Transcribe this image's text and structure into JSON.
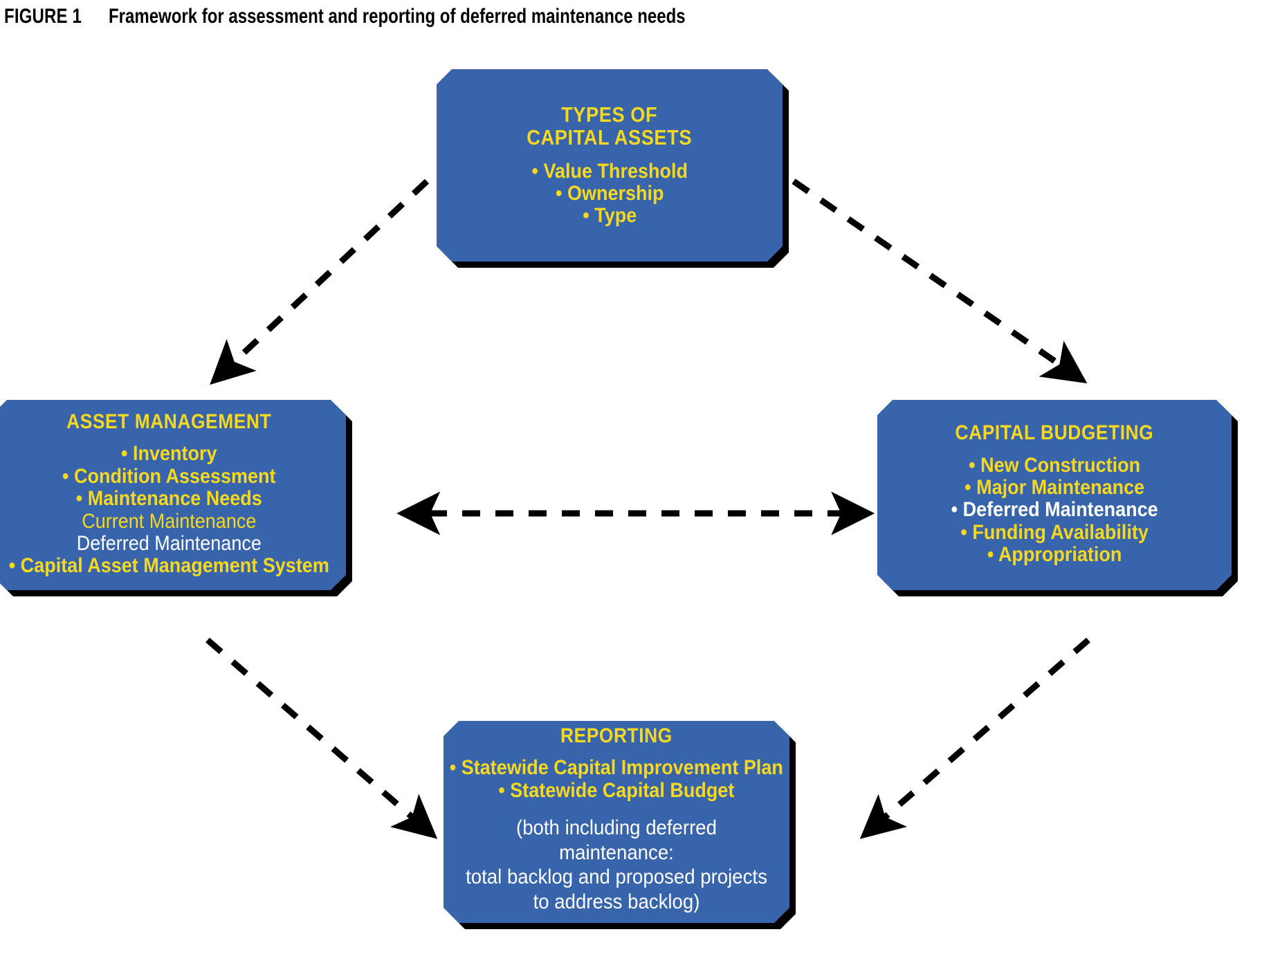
{
  "figure": {
    "label": "FIGURE 1",
    "title": "Framework for assessment and reporting of deferred maintenance needs"
  },
  "colors": {
    "box_fill": "#3764AB",
    "box_shadow": "#000000",
    "accent_yellow": "#F6D820",
    "highlight_white": "#FFFFFF",
    "page_background": "#FFFFFF",
    "arrow": "#000000"
  },
  "nodes": {
    "types": {
      "title_line1": "TYPES OF",
      "title_line2": "CAPITAL ASSETS",
      "bullets": [
        {
          "text": "• Value Threshold",
          "style": "bold-yellow"
        },
        {
          "text": "• Ownership",
          "style": "bold-yellow"
        },
        {
          "text": "• Type",
          "style": "bold-yellow"
        }
      ]
    },
    "asset_management": {
      "title": "ASSET MANAGEMENT",
      "bullets": [
        {
          "text": "• Inventory",
          "style": "bold-yellow"
        },
        {
          "text": "• Condition Assessment",
          "style": "bold-yellow"
        },
        {
          "text": "• Maintenance Needs",
          "style": "bold-yellow"
        },
        {
          "text": "Current Maintenance",
          "style": "regular-yellow"
        },
        {
          "text": "Deferred Maintenance",
          "style": "regular-white"
        },
        {
          "text": "• Capital Asset Management System",
          "style": "bold-yellow"
        }
      ]
    },
    "capital_budgeting": {
      "title": "CAPITAL BUDGETING",
      "bullets": [
        {
          "text": "• New Construction",
          "style": "bold-yellow"
        },
        {
          "text": "• Major Maintenance",
          "style": "bold-yellow"
        },
        {
          "text": "• Deferred Maintenance",
          "style": "bold-white-yellow-bullet"
        },
        {
          "text": "• Funding Availability",
          "style": "bold-yellow"
        },
        {
          "text": "• Appropriation",
          "style": "bold-yellow"
        }
      ]
    },
    "reporting": {
      "title": "REPORTING",
      "bullets": [
        {
          "text": "• Statewide Capital Improvement Plan",
          "style": "bold-yellow"
        },
        {
          "text": "• Statewide Capital Budget",
          "style": "bold-yellow"
        }
      ],
      "note_line1": "(both including deferred maintenance:",
      "note_line2": "total backlog and proposed projects",
      "note_line3": "to address backlog)"
    }
  },
  "arrows": [
    {
      "name": "types-to-asset-management",
      "from": "types",
      "to": "asset_management",
      "style": "dashed",
      "heads": "end"
    },
    {
      "name": "types-to-capital-budgeting",
      "from": "types",
      "to": "capital_budgeting",
      "style": "dashed",
      "heads": "end"
    },
    {
      "name": "asset-management-to-capital-budgeting",
      "from": "asset_management",
      "to": "capital_budgeting",
      "style": "dashed",
      "heads": "both"
    },
    {
      "name": "asset-management-to-reporting",
      "from": "asset_management",
      "to": "reporting",
      "style": "dashed",
      "heads": "end"
    },
    {
      "name": "capital-budgeting-to-reporting",
      "from": "capital_budgeting",
      "to": "reporting",
      "style": "dashed",
      "heads": "end"
    }
  ]
}
